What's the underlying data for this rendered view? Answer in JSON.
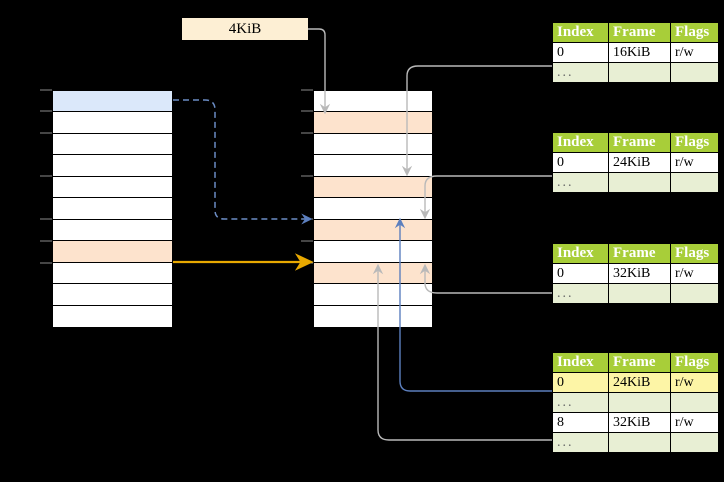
{
  "diagram": {
    "title": "page-table-walk",
    "page_size_label": "4KiB",
    "colors": {
      "header_green": "#a8ce39",
      "alt_row": "#e8efd4",
      "highlight_yellow": "#fdf5a6",
      "peach": "#fde3cd",
      "blue_row": "#dbe8fa",
      "orange_arrow": "#e8a800",
      "blue_arrow": "#6b8cc4",
      "gray_arrow": "#b9b9b9"
    }
  },
  "left_column": {
    "name": "virtual-address-space",
    "rows": [
      {
        "label": "",
        "fill": "blue"
      },
      {
        "label": "",
        "fill": "none"
      },
      {
        "label": "",
        "fill": "none"
      },
      {
        "label": "",
        "fill": "none"
      },
      {
        "label": "",
        "fill": "none"
      },
      {
        "label": "",
        "fill": "none"
      },
      {
        "label": "",
        "fill": "none"
      },
      {
        "label": "",
        "fill": "peach"
      },
      {
        "label": "",
        "fill": "none"
      },
      {
        "label": "",
        "fill": "none"
      },
      {
        "label": "",
        "fill": "none"
      }
    ]
  },
  "middle_column": {
    "name": "physical-memory",
    "rows": [
      {
        "label": "",
        "fill": "none"
      },
      {
        "label": "",
        "fill": "peach"
      },
      {
        "label": "",
        "fill": "none"
      },
      {
        "label": "",
        "fill": "none"
      },
      {
        "label": "",
        "fill": "peach"
      },
      {
        "label": "",
        "fill": "none"
      },
      {
        "label": "",
        "fill": "peach"
      },
      {
        "label": "",
        "fill": "none"
      },
      {
        "label": "",
        "fill": "peach"
      },
      {
        "label": "",
        "fill": "none"
      },
      {
        "label": "",
        "fill": "none"
      }
    ]
  },
  "tables": [
    {
      "name": "page-table-level-1",
      "headers": [
        "Index",
        "Frame",
        "Flags"
      ],
      "rows": [
        {
          "cells": [
            "0",
            "16KiB",
            "r/w"
          ],
          "style": "normal",
          "highlight": [
            false,
            false,
            false
          ]
        },
        {
          "cells": [
            "...",
            "",
            ""
          ],
          "style": "alt",
          "highlight": [
            false,
            false,
            false
          ]
        }
      ]
    },
    {
      "name": "page-table-level-2",
      "headers": [
        "Index",
        "Frame",
        "Flags"
      ],
      "rows": [
        {
          "cells": [
            "0",
            "24KiB",
            "r/w"
          ],
          "style": "normal",
          "highlight": [
            false,
            false,
            false
          ]
        },
        {
          "cells": [
            "...",
            "",
            ""
          ],
          "style": "alt",
          "highlight": [
            false,
            false,
            false
          ]
        }
      ]
    },
    {
      "name": "page-table-level-3",
      "headers": [
        "Index",
        "Frame",
        "Flags"
      ],
      "rows": [
        {
          "cells": [
            "0",
            "32KiB",
            "r/w"
          ],
          "style": "normal",
          "highlight": [
            false,
            false,
            false
          ]
        },
        {
          "cells": [
            "...",
            "",
            ""
          ],
          "style": "alt",
          "highlight": [
            false,
            false,
            false
          ]
        }
      ]
    },
    {
      "name": "page-table-level-4",
      "headers": [
        "Index",
        "Frame",
        "Flags"
      ],
      "rows": [
        {
          "cells": [
            "0",
            "24KiB",
            "r/w"
          ],
          "style": "normal",
          "highlight": [
            true,
            true,
            true
          ]
        },
        {
          "cells": [
            "...",
            "",
            ""
          ],
          "style": "alt",
          "highlight": [
            false,
            false,
            false
          ]
        },
        {
          "cells": [
            "8",
            "32KiB",
            "r/w"
          ],
          "style": "normal",
          "highlight": [
            false,
            false,
            false
          ]
        },
        {
          "cells": [
            "...",
            "",
            ""
          ],
          "style": "alt",
          "highlight": [
            false,
            false,
            false
          ]
        }
      ]
    }
  ]
}
